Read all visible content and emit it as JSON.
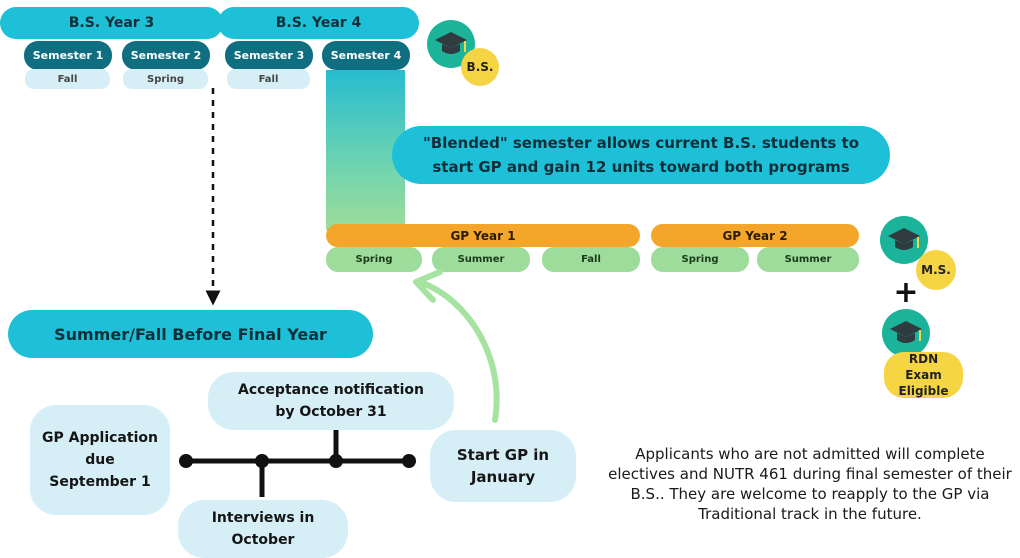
{
  "bs_years": [
    "B.S. Year 3",
    "B.S. Year 4"
  ],
  "semesters": [
    {
      "label": "Semester 1",
      "season": "Fall"
    },
    {
      "label": "Semester 2",
      "season": "Spring"
    },
    {
      "label": "Semester 3",
      "season": "Fall"
    },
    {
      "label": "Semester 4",
      "season": ""
    }
  ],
  "degree_labels": {
    "bs": "B.S.",
    "ms": "M.S.",
    "rdn": "RDN Exam Eligible",
    "plus": "+"
  },
  "blended_note": "\"Blended\" semester allows current B.S. students to start GP and gain 12 units toward both programs",
  "gp_year1": {
    "label": "GP Year 1",
    "seasons": [
      "Spring",
      "Summer",
      "Fall"
    ]
  },
  "gp_year2": {
    "label": "GP Year 2",
    "seasons": [
      "Spring",
      "Summer"
    ]
  },
  "summer_fall": "Summer/Fall Before Final Year",
  "timeline": {
    "application": "GP Application due September 1",
    "interviews": "Interviews in October",
    "acceptance": "Acceptance notification by October 31",
    "start": "Start GP in January"
  },
  "reapply_note": "Applicants who are not admitted will complete electives and NUTR 461 during final semester of their B.S.. They are welcome to reapply to the GP via Traditional track in the future.",
  "colors": {
    "teal": "#1ec0d8",
    "dark_teal": "#0f6f80",
    "light_blue": "#d6eff6",
    "orange": "#f4a62b",
    "green": "#9ddc9a",
    "arrow_green": "#a6e3a1",
    "yellow": "#f6d545",
    "icon_green": "#1bb39a"
  }
}
